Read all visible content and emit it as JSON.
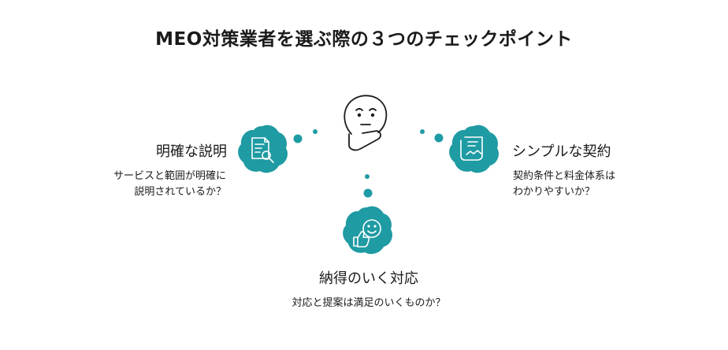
{
  "title": "MEO対策業者を選ぶ際の３つのチェックポイント",
  "colors": {
    "accent": "#1f9ba3",
    "ink": "#1a1a1a",
    "background": "#ffffff"
  },
  "points": [
    {
      "heading": "明確な説明",
      "desc_lines": [
        "サービスと範囲が明確に",
        "説明されているか？"
      ],
      "icon": "document-search-icon"
    },
    {
      "heading": "シンプルな契約",
      "desc_lines": [
        "契約条件と料金体系は",
        "わかりやすいか？"
      ],
      "icon": "contract-handshake-icon"
    },
    {
      "heading": "納得のいく対応",
      "desc_lines": [
        "対応と提案は満足のいくものか？"
      ],
      "icon": "thumbs-up-icon"
    }
  ],
  "center_icon": "thinking-face-icon"
}
